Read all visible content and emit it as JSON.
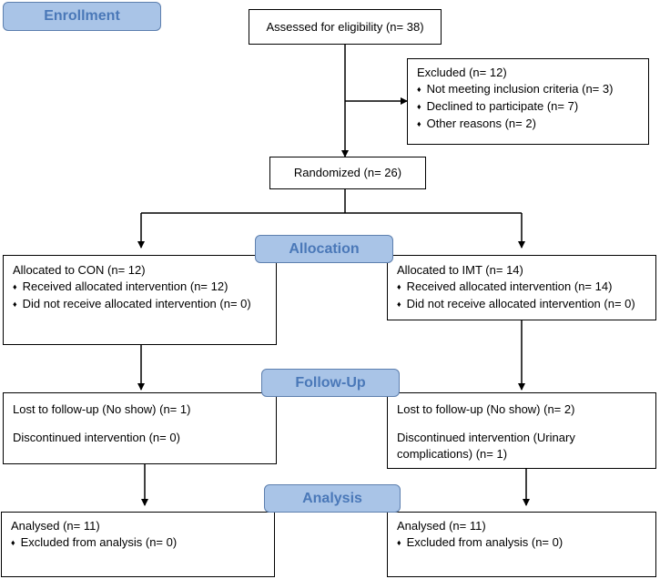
{
  "enrollment": {
    "label": "Enrollment",
    "assessed": "Assessed for eligibility (n= 38)",
    "excluded": {
      "title": "Excluded (n= 12)",
      "items": [
        "Not meeting inclusion criteria (n= 3)",
        "Declined to participate (n= 7)",
        "Other reasons (n= 2)"
      ]
    },
    "randomized": "Randomized (n= 26)"
  },
  "allocation": {
    "label": "Allocation",
    "con": {
      "title": "Allocated to CON (n= 12)",
      "items": [
        "Received allocated intervention (n= 12)",
        "Did not receive allocated intervention (n= 0)"
      ]
    },
    "imt": {
      "title": "Allocated to IMT (n= 14)",
      "items": [
        "Received allocated intervention (n= 14)",
        "Did not receive allocated intervention (n=  0)"
      ]
    }
  },
  "followup": {
    "label": "Follow-Up",
    "con": {
      "lost": "Lost to follow-up (No show) (n= 1)",
      "discontinued": "Discontinued intervention (n= 0)"
    },
    "imt": {
      "lost": "Lost to follow-up (No show) (n= 2)",
      "discontinued_line1": "Discontinued intervention (Urinary",
      "discontinued_line2": "complications) (n= 1)"
    }
  },
  "analysis": {
    "label": "Analysis",
    "con": {
      "title": "Analysed  (n= 11)",
      "item": "Excluded from analysis (n=  0)"
    },
    "imt": {
      "title": "Analysed  (n= 11)",
      "item": "Excluded from analysis (n= 0)"
    }
  }
}
